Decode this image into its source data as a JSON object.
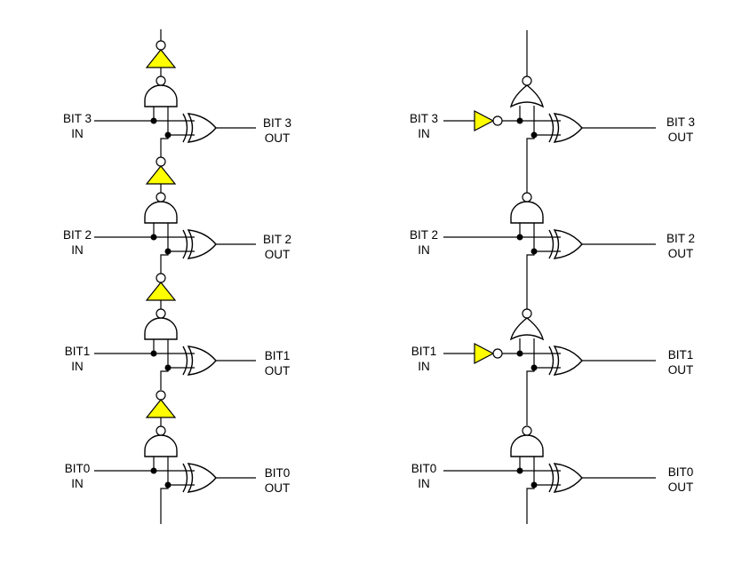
{
  "background": "#ffffff",
  "colors": {
    "wire": "#000000",
    "gate_fill": "#ffffff",
    "inverter_fill": "#ffff00"
  },
  "left_circuit": {
    "output_gate": "XOR",
    "stages": [
      {
        "bit": 3,
        "in_line1": "BIT 3",
        "in_line2": "IN",
        "out_line1": "BIT 3",
        "out_line2": "OUT",
        "chain_gate": "NAND",
        "chain_inverter": true,
        "input_inverter": false
      },
      {
        "bit": 2,
        "in_line1": "BIT 2",
        "in_line2": "IN",
        "out_line1": "BIT 2",
        "out_line2": "OUT",
        "chain_gate": "NAND",
        "chain_inverter": true,
        "input_inverter": false
      },
      {
        "bit": 1,
        "in_line1": "BIT1",
        "in_line2": "IN",
        "out_line1": "BIT1",
        "out_line2": "OUT",
        "chain_gate": "NAND",
        "chain_inverter": true,
        "input_inverter": false
      },
      {
        "bit": 0,
        "in_line1": "BIT0",
        "in_line2": "IN",
        "out_line1": "BIT0",
        "out_line2": "OUT",
        "chain_gate": "NAND",
        "chain_inverter": true,
        "input_inverter": false
      }
    ]
  },
  "right_circuit": {
    "output_gate": "XOR",
    "stages": [
      {
        "bit": 3,
        "in_line1": "BIT 3",
        "in_line2": "IN",
        "out_line1": "BIT 3",
        "out_line2": "OUT",
        "chain_gate": "NOR",
        "chain_inverter": false,
        "input_inverter": true
      },
      {
        "bit": 2,
        "in_line1": "BIT 2",
        "in_line2": "IN",
        "out_line1": "BIT 2",
        "out_line2": "OUT",
        "chain_gate": "NAND",
        "chain_inverter": false,
        "input_inverter": false
      },
      {
        "bit": 1,
        "in_line1": "BIT1",
        "in_line2": "IN",
        "out_line1": "BIT1",
        "out_line2": "OUT",
        "chain_gate": "NOR",
        "chain_inverter": false,
        "input_inverter": true
      },
      {
        "bit": 0,
        "in_line1": "BIT0",
        "in_line2": "IN",
        "out_line1": "BIT0",
        "out_line2": "OUT",
        "chain_gate": "NAND",
        "chain_inverter": false,
        "input_inverter": false
      }
    ]
  }
}
